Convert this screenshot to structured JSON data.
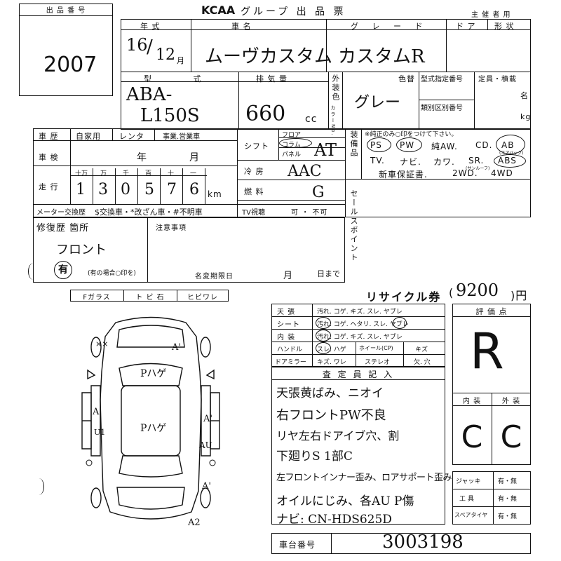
{
  "header": {
    "lot_label": "出 品 番 号",
    "lot_number": "2007",
    "brand": "KCAA",
    "title": "グループ 出 品 票",
    "organizer": "主 催 者 用"
  },
  "vehicle": {
    "year_label": "年 式",
    "model_name_label": "車 名",
    "grade_label": "グ レ ー ド",
    "doors_label": "ド ア",
    "shape_label": "形 状",
    "year_value": "16",
    "month_value": "12",
    "month_unit": "月",
    "model_name_value": "ムーヴカスタム",
    "grade_value": "カスタムR",
    "type_label": "型 式",
    "type_value_1": "ABA-",
    "type_value_2": "L150S",
    "displacement_label": "排 気 量",
    "displacement_value": "660",
    "displacement_unit": "cc",
    "exterior_color_label": "外装色",
    "color_no_label": "カラーNo.",
    "color_value": "グレー",
    "color_change_label": "色替",
    "type_designation_label": "型式指定番号",
    "class_number_label": "類別区別番号",
    "capacity_label": "定員・積載",
    "capacity_unit_1": "名",
    "capacity_unit_2": "kg"
  },
  "history": {
    "label": "車 歴",
    "options": [
      "自家用",
      "レンタ",
      "事業.営業車"
    ],
    "inspection_label": "車 検",
    "inspection_year": "年",
    "inspection_month": "月",
    "mileage_label": "走 行",
    "mileage_places": [
      "十万",
      "万",
      "千",
      "百",
      "十",
      "一"
    ],
    "mileage_digits": [
      "1",
      "3",
      "0",
      "5",
      "7",
      "6"
    ],
    "mileage_unit": "km",
    "meter_label": "メーター交換歴",
    "meter_options": "$交換車・*改ざん車・#不明車"
  },
  "equipment": {
    "shift_label": "シフト",
    "shift_options": [
      "フロア",
      "コラム",
      "パネル"
    ],
    "shift_value": "AT",
    "ac_label": "冷 房",
    "ac_value": "AAC",
    "fuel_label": "燃 料",
    "fuel_value": "G",
    "tv_label": "TV視聴",
    "tv_options": "可 ・ 不可",
    "equip_label": "装備品",
    "equip_note": "※純正のみ○印をつけて下さい。",
    "equip_row1": [
      "PS",
      "PW",
      "純AW.",
      "CD.",
      "AB"
    ],
    "equip_ab_note": "(エアバッグ)",
    "equip_row2": [
      "TV.",
      "ナビ.",
      "カワ.",
      "SR.",
      "ABS"
    ],
    "equip_sr_note": "(サンルーフ)",
    "equip_row3": [
      "新車保証書.",
      "2WD.",
      "4WD"
    ]
  },
  "repair": {
    "label": "修復歴 箇所",
    "value": "フロント",
    "status": "有",
    "status_note": "(有の場合○印を)",
    "notes_label": "注意事項",
    "deadline_label": "名変期限日",
    "deadline_month": "月",
    "deadline_day": "日まで",
    "sales_point_label": "セールスポイント"
  },
  "glass": [
    "Fガラス",
    "ト ビ 石",
    "ヒビワレ"
  ],
  "recycle": {
    "label": "リサイクル券",
    "open": "(",
    "value": "9200",
    "close": ")円"
  },
  "interior": {
    "rows": [
      {
        "label": "天 張",
        "options": "汚れ. コゲ. キズ. スレ. ヤブレ"
      },
      {
        "label": "シート",
        "options": "汚れ. コゲ. ヘタリ. スレ. ヤブレ"
      },
      {
        "label": "内 装",
        "options": "汚れ. コゲ. キズ. スレ. ヤブレ"
      }
    ],
    "handle_label": "ハンドル",
    "handle_options": "スレ. ハゲ",
    "wheel_label": "ホイール(CP)",
    "wheel_value": "キズ",
    "mirror_label": "ドアミラー",
    "mirror_options": "キズ. ワレ",
    "stereo_label": "ステレオ",
    "stereo_options": "欠. 穴"
  },
  "inspector": {
    "label": "査 定 員 記 入",
    "lines": [
      "天張黄ばみ、ニオイ",
      "右フロントPW不良",
      "リヤ左右ドアイブ穴、割",
      "下廻りS 1部C",
      "左フロントインナー歪み、ロアサポート歪み",
      "オイルにじみ、各AU P傷",
      "ナビ: CN-HDS625D"
    ]
  },
  "score": {
    "label": "評 価 点",
    "value": "R",
    "interior_label": "内 装",
    "exterior_label": "外 装",
    "interior_value": "C",
    "exterior_value": "C"
  },
  "tools": [
    {
      "label": "ジャッキ",
      "value": "有・無"
    },
    {
      "label": "工 具",
      "value": "有・無"
    },
    {
      "label": "スペアタイヤ",
      "value": "有・無"
    }
  ],
  "chassis": {
    "label": "車台番号",
    "value": "3003198"
  },
  "diagram_marks": {
    "roof": "Pハゲ",
    "hood": "Pハゲ",
    "a1": "A'",
    "a2": "A'",
    "u1": "U1",
    "a3": "A'",
    "au": "AU",
    "a4": "A'",
    "a2b": "A2",
    "xx": "××"
  }
}
